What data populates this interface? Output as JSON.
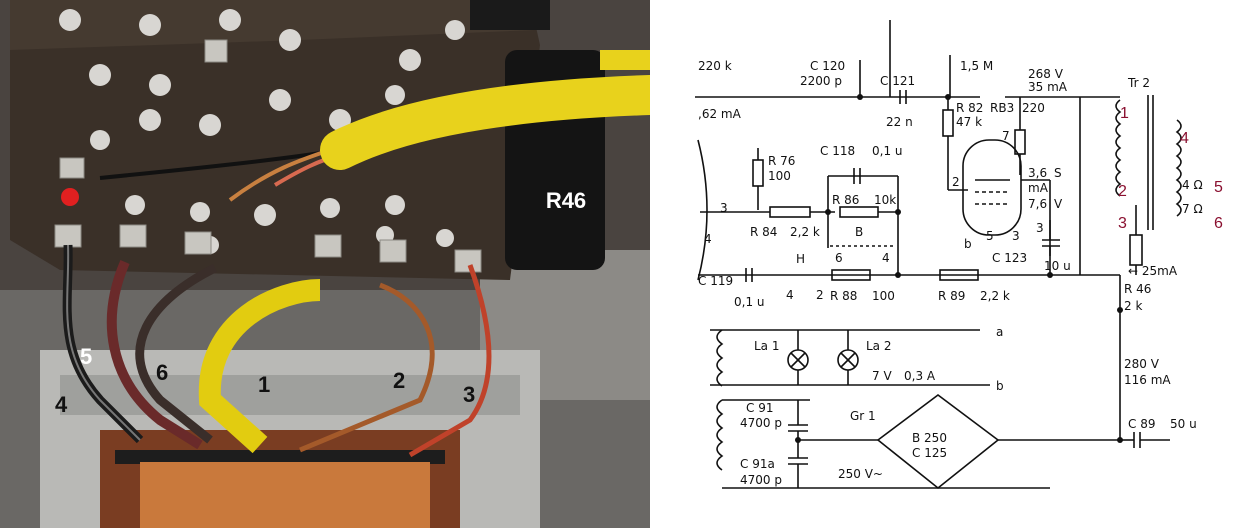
{
  "photo": {
    "resistor_label": "R46",
    "wire_labels": [
      "4",
      "5",
      "6",
      "1",
      "2",
      "3"
    ]
  },
  "schematic": {
    "labels": {
      "top_left": "220 k",
      "c120": "C 120",
      "c120_val": "2200 p",
      "c121": "C 121",
      "c121_val": "22 n",
      "r_1m5": "1,5 M",
      "v268": "268 V",
      "ma35": "35 mA",
      "tr2": "Tr 2",
      "ma62": ",62 mA",
      "r82": "R 82",
      "r82_val": "47 k",
      "rb3": "RB3",
      "rb3_val": "220",
      "r76": "R 76",
      "r76_val": "100",
      "c118": "C 118",
      "c118_val": "0,1 u",
      "r86": "R 86",
      "r86_val": "10k",
      "b_label": "B",
      "n6": "6",
      "n4": "4",
      "r84": "R 84",
      "r84_val": "2,2 k",
      "v36": "3,6",
      "ma_unit": "mA",
      "v76": "7,6",
      "v_unit": "V",
      "s_label": "S",
      "b_tube": "b",
      "n5": "5",
      "n3": "3",
      "c123": "C 123",
      "c123_val": "10 u",
      "ohm4": "4 Ω",
      "ohm7": "7 Ω",
      "ma25": "← 25mA",
      "c119": "C 119",
      "c119_val": "0,1 u",
      "h_label": "H",
      "n4b": "4",
      "n2": "2",
      "r88": "R 88",
      "r88_val": "100",
      "r89": "R 89",
      "r89_val": "2,2 k",
      "r46": "R 46",
      "r46_val": "2 k",
      "la1": "La 1",
      "la2": "La 2",
      "a": "a",
      "b": "b",
      "v7": "7 V",
      "a03": "0,3 A",
      "v280": "280 V",
      "ma116": "116 mA",
      "c91": "C 91",
      "c91_val": "4700 p",
      "gr1": "Gr 1",
      "b250": "B 250",
      "c125": "C 125",
      "c91a": "C 91a",
      "c91a_val": "4700 p",
      "v250": "250 V~",
      "c89": "C 89",
      "c89_val": "50 u",
      "pin7": "7",
      "pin2": "2",
      "pin3": "3",
      "left3": "3",
      "left4": "4",
      "right1": "1"
    },
    "annotations": [
      "1",
      "2",
      "3",
      "4",
      "5",
      "6"
    ],
    "annotation_color": "#8a1030"
  }
}
